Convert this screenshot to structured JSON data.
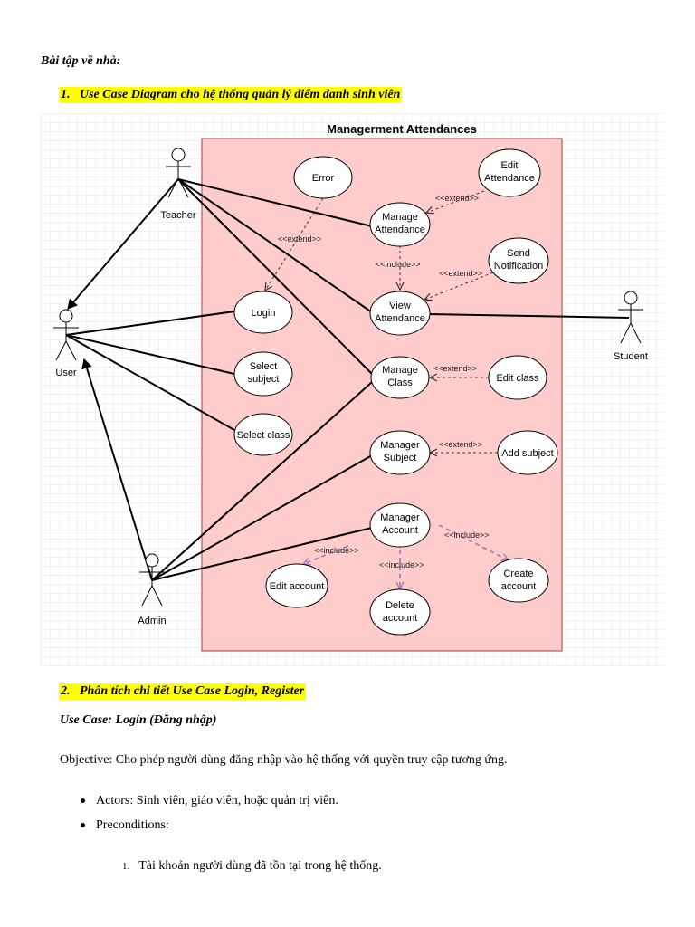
{
  "section_title": "Bài tập về nhà:",
  "heading1": {
    "number": "1.",
    "text": "Use Case Diagram cho hệ thống quản lý điểm danh sinh viên"
  },
  "diagram": {
    "system_title": "Managerment Attendances",
    "actors": {
      "teacher": "Teacher",
      "user": "User",
      "admin": "Admin",
      "student": "Student"
    },
    "usecases": {
      "error": "Error",
      "edit_attendance": [
        "Edit",
        "Attendance"
      ],
      "manage_attendance": [
        "Manage",
        "Attendance"
      ],
      "send_notification": [
        "Send",
        "Notification"
      ],
      "login": "Login",
      "view_attendance": [
        "View",
        "Attendance"
      ],
      "select_subject": [
        "Select",
        "subject"
      ],
      "manage_class": [
        "Manage",
        "Class"
      ],
      "edit_class": "Edit class",
      "select_class": "Select class",
      "manager_subject": [
        "Manager",
        "Subject"
      ],
      "add_subject": "Add subject",
      "manager_account": [
        "Manager",
        "Account"
      ],
      "create_account": [
        "Create",
        "account"
      ],
      "edit_account": "Edit account",
      "delete_account": [
        "Delete",
        "account"
      ]
    },
    "relations": {
      "extend": "<<extend>>",
      "include": "<<include>>"
    },
    "colors": {
      "system_fill": "#ffcccc",
      "system_stroke": "#b85450",
      "include_arrow": "#a680b8"
    }
  },
  "heading2": {
    "number": "2.",
    "text": "Phân tích chi tiết Use Case Login, Register"
  },
  "usecase_title": "Use Case: Login (Đăng nhập)",
  "objective": "Objective: Cho phép người dùng đăng nhập vào hệ thống với quyền truy cập tương ứng.",
  "bullets": [
    "Actors: Sinh viên, giáo viên, hoặc quản trị viên.",
    "Preconditions:"
  ],
  "numbered": [
    {
      "number": "1.",
      "text": "Tài khoản người dùng đã tồn tại trong hệ thống."
    }
  ]
}
